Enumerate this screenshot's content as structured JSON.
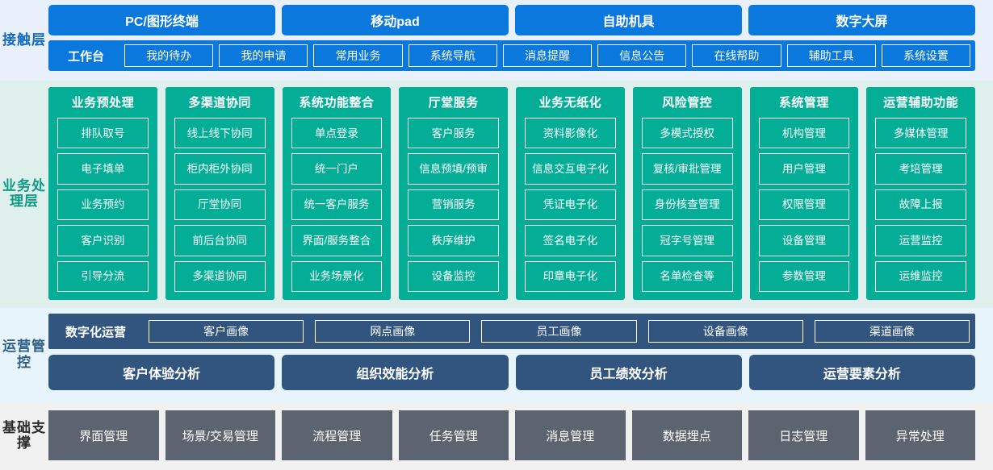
{
  "layers": {
    "contact": {
      "label": "接触层",
      "accent": "#0b78dd",
      "background": "#e8f1fb",
      "channels": [
        "PC/图形终端",
        "移动pad",
        "自助机具",
        "数字大屏"
      ],
      "workbench_title": "工作台",
      "workbench_items": [
        "我的待办",
        "我的申请",
        "常用业务",
        "系统导航",
        "消息提醒",
        "信息公告",
        "在线帮助",
        "辅助工具",
        "系统设置"
      ]
    },
    "business": {
      "label": "业务处理层",
      "accent": "#04ae96",
      "background": "#dff0ec",
      "columns": [
        {
          "title": "业务预处理",
          "items": [
            "排队取号",
            "电子填单",
            "业务预约",
            "客户识别",
            "引导分流"
          ]
        },
        {
          "title": "多渠道协同",
          "items": [
            "线上线下协同",
            "柜内柜外协同",
            "厅堂协同",
            "前后台协同",
            "多渠道协同"
          ]
        },
        {
          "title": "系统功能整合",
          "items": [
            "单点登录",
            "统一门户",
            "统一客户服务",
            "界面/服务整合",
            "业务场景化"
          ]
        },
        {
          "title": "厅堂服务",
          "items": [
            "客户服务",
            "信息预填/预审",
            "营销服务",
            "秩序维护",
            "设备监控"
          ]
        },
        {
          "title": "业务无纸化",
          "items": [
            "资料影像化",
            "信息交互电子化",
            "凭证电子化",
            "签名电子化",
            "印章电子化"
          ]
        },
        {
          "title": "风险管控",
          "items": [
            "多模式授权",
            "复核/审批管理",
            "身份核查管理",
            "冠字号管理",
            "名单检查等"
          ]
        },
        {
          "title": "系统管理",
          "items": [
            "机构管理",
            "用户管理",
            "权限管理",
            "设备管理",
            "参数管理"
          ]
        },
        {
          "title": "运营辅助功能",
          "items": [
            "多媒体管理",
            "考培管理",
            "故障上报",
            "运营监控",
            "运维监控"
          ]
        }
      ]
    },
    "operations": {
      "label": "运营管控",
      "accent": "#31557f",
      "background": "#e8f4fb",
      "portrait_title": "数字化运营",
      "portrait_items": [
        "客户画像",
        "网点画像",
        "员工画像",
        "设备画像",
        "渠道画像"
      ],
      "analysis_items": [
        "客户体验分析",
        "组织效能分析",
        "员工绩效分析",
        "运营要素分析"
      ]
    },
    "base": {
      "label": "基础支撑",
      "accent": "#5c6470",
      "background": "#f1f1f1",
      "items": [
        "界面管理",
        "场景/交易管理",
        "流程管理",
        "任务管理",
        "消息管理",
        "数据埋点",
        "日志管理",
        "异常处理"
      ]
    }
  }
}
